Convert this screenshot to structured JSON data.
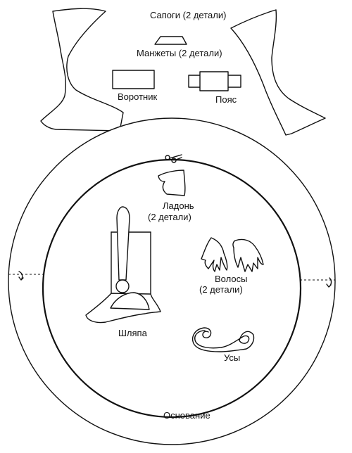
{
  "labels": {
    "boots": "Сапоги (2 детали)",
    "cuffs": "Манжеты (2 детали)",
    "collar": "Воротник",
    "belt": "Пояс",
    "palm": "Ладонь",
    "palm_count": "(2 детали)",
    "hair": "Волосы",
    "hair_count": "(2 детали)",
    "hat": "Шляпа",
    "moustache": "Усы",
    "base": "Основание"
  },
  "colors": {
    "ink": "#111111",
    "paper": "#ffffff"
  }
}
